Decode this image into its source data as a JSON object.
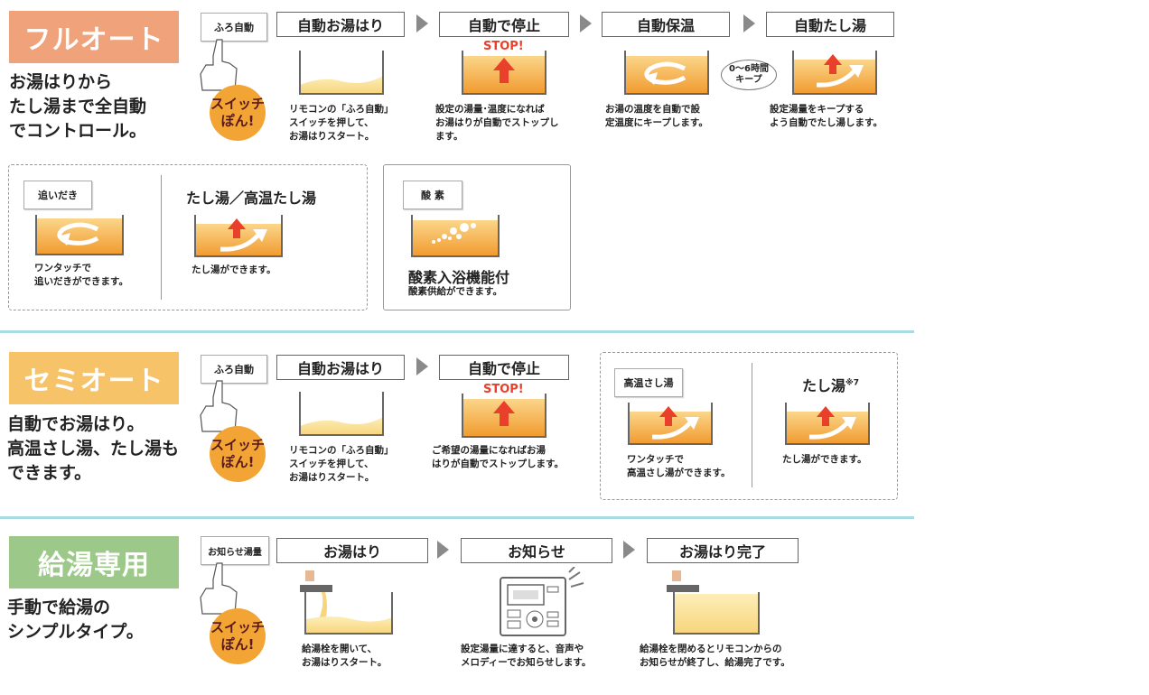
{
  "colors": {
    "orange_fill": "#f5a83a",
    "pale_fill": "#fbe3a4",
    "divider": "#a8dbe2",
    "stop_red": "#e8402b"
  },
  "full": {
    "title": "フルオート",
    "desc": [
      "お湯はりから",
      "たし湯まで全自動",
      "でコントロール。"
    ],
    "button_label": "ふろ自動",
    "switch_label": [
      "スイッチ",
      "ぽん!"
    ],
    "steps": [
      {
        "label": "自動お湯はり",
        "caption": [
          "リモコンの「ふろ自動」",
          "スイッチを押して、",
          "お湯はりスタート。"
        ]
      },
      {
        "label": "自動で停止",
        "caption": [
          "設定の湯量･温度になれば",
          "お湯はりが自動でストップし",
          "ます。"
        ]
      },
      {
        "label": "自動保温",
        "caption": [
          "お湯の温度を自動で設",
          "定温度にキープします。"
        ]
      },
      {
        "label": "自動たし湯",
        "caption": [
          "設定湯量をキープする",
          "よう自動でたし湯します。"
        ]
      }
    ],
    "stop_text": "STOP!",
    "keep_text": [
      "0〜6時間",
      "キープ"
    ],
    "extras": {
      "oidaki_label": "追いだき",
      "oidaki_caption": [
        "ワンタッチで",
        "追いだきができます。"
      ],
      "tashiyu_title": "たし湯／高温たし湯",
      "tashiyu_caption": "たし湯ができます。",
      "oxygen_label": "酸 素",
      "oxygen_title": "酸素入浴機能付",
      "oxygen_caption": "酸素供給ができます。"
    }
  },
  "semi": {
    "title": "セミオート",
    "desc": [
      "自動でお湯はり。",
      "高温さし湯、たし湯も",
      "できます。"
    ],
    "button_label": "ふろ自動",
    "switch_label": [
      "スイッチ",
      "ぽん!"
    ],
    "steps": [
      {
        "label": "自動お湯はり",
        "caption": [
          "リモコンの「ふろ自動」",
          "スイッチを押して、",
          "お湯はりスタート。"
        ]
      },
      {
        "label": "自動で停止",
        "caption": [
          "ご希望の湯量になればお湯",
          "はりが自動でストップします。"
        ]
      }
    ],
    "stop_text": "STOP!",
    "extras": {
      "sashiyu_label": "高温さし湯",
      "sashiyu_caption": [
        "ワンタッチで",
        "高温さし湯ができます。"
      ],
      "tashiyu_title": "たし湯",
      "tashiyu_note": "※7",
      "tashiyu_caption": "たし湯ができます。"
    }
  },
  "kyuto": {
    "title": "給湯専用",
    "desc": [
      "手動で給湯の",
      "シンプルタイプ。"
    ],
    "button_label": "お知らせ湯量",
    "switch_label": [
      "スイッチ",
      "ぽん!"
    ],
    "steps": [
      {
        "label": "お湯はり",
        "caption": [
          "給湯栓を開いて、",
          "お湯はりスタート。"
        ]
      },
      {
        "label": "お知らせ",
        "caption": [
          "設定湯量に達すると、音声や",
          "メロディーでお知らせします。"
        ]
      },
      {
        "label": "お湯はり完了",
        "caption": [
          "給湯栓を閉めるとリモコンからの",
          "お知らせが終了し、給湯完了です。"
        ]
      }
    ]
  }
}
